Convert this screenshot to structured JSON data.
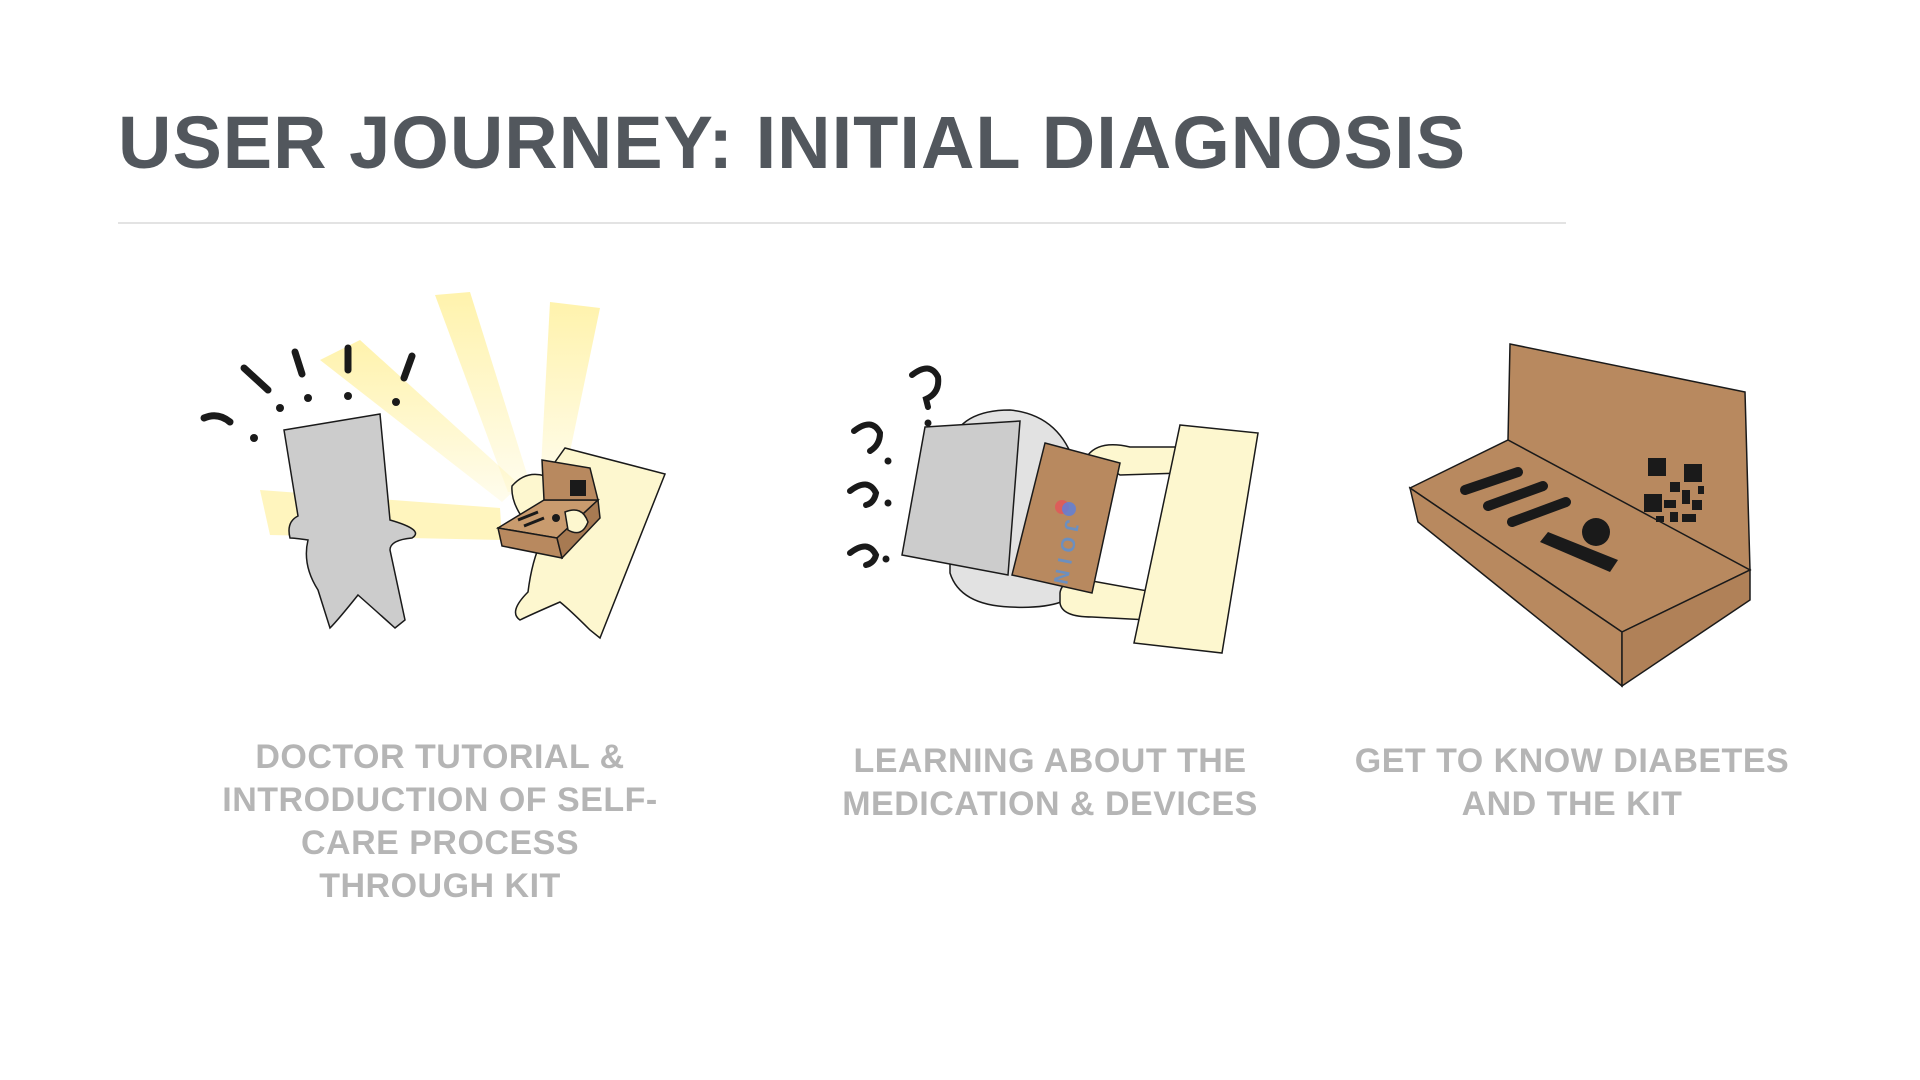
{
  "title": "USER JOURNEY: INITIAL DIAGNOSIS",
  "steps": [
    {
      "caption": "DOCTOR TUTORIAL & INTRODUCTION OF SELF-CARE PROCESS THROUGH KIT",
      "illustration": "doctor-presenting-kit"
    },
    {
      "caption": "LEARNING ABOUT THE MEDICATION & DEVICES",
      "illustration": "patient-receiving-join-box"
    },
    {
      "caption": "GET TO KNOW DIABETES AND THE KIT",
      "illustration": "open-kit-box"
    }
  ],
  "kit_label": "JOIN",
  "colors": {
    "title": "#52575d",
    "caption": "#b5b5b5",
    "cardboard": "#b8895f",
    "light": "#fff2a8",
    "doctor": "#cccccc",
    "patient": "#fdf7cf",
    "ink": "#1a1a1a"
  }
}
